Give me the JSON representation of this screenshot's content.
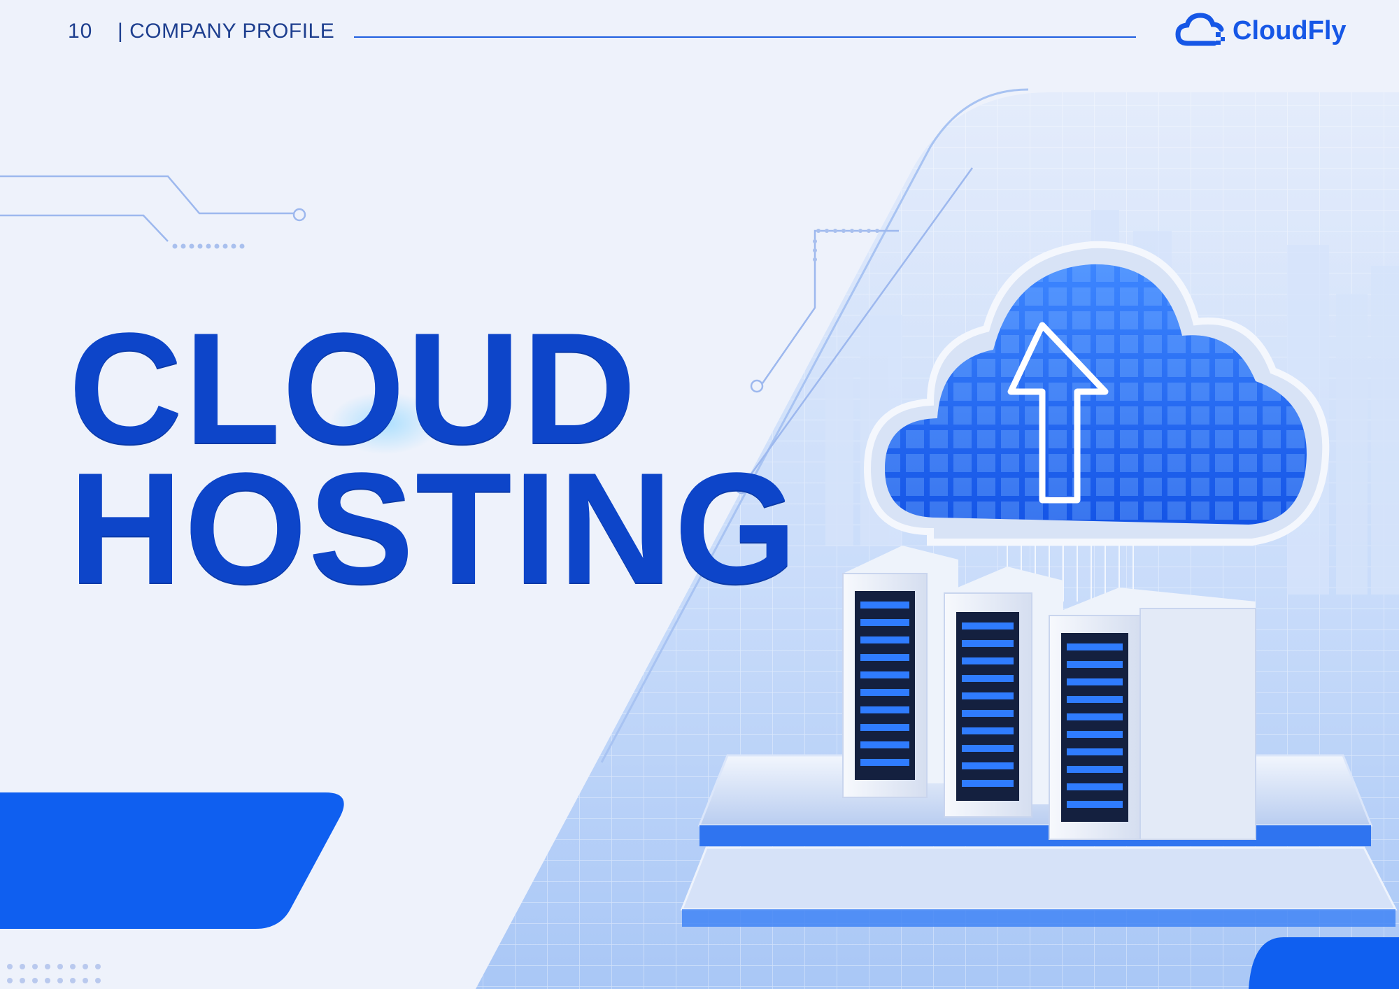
{
  "header": {
    "page_number": "10",
    "section_label": "| COMPANY PROFILE",
    "brand_name": "CloudFly",
    "brand_icon": "cloud-logo-icon"
  },
  "hero": {
    "title_line1": "CLOUD",
    "title_line2": "HOSTING"
  },
  "colors": {
    "brand": "#1657e6",
    "title": "#0d45c9",
    "accent": "#0f5ff0",
    "background": "#eef2fb"
  },
  "illustration": {
    "icon": "cloud-upload-server-icon"
  }
}
